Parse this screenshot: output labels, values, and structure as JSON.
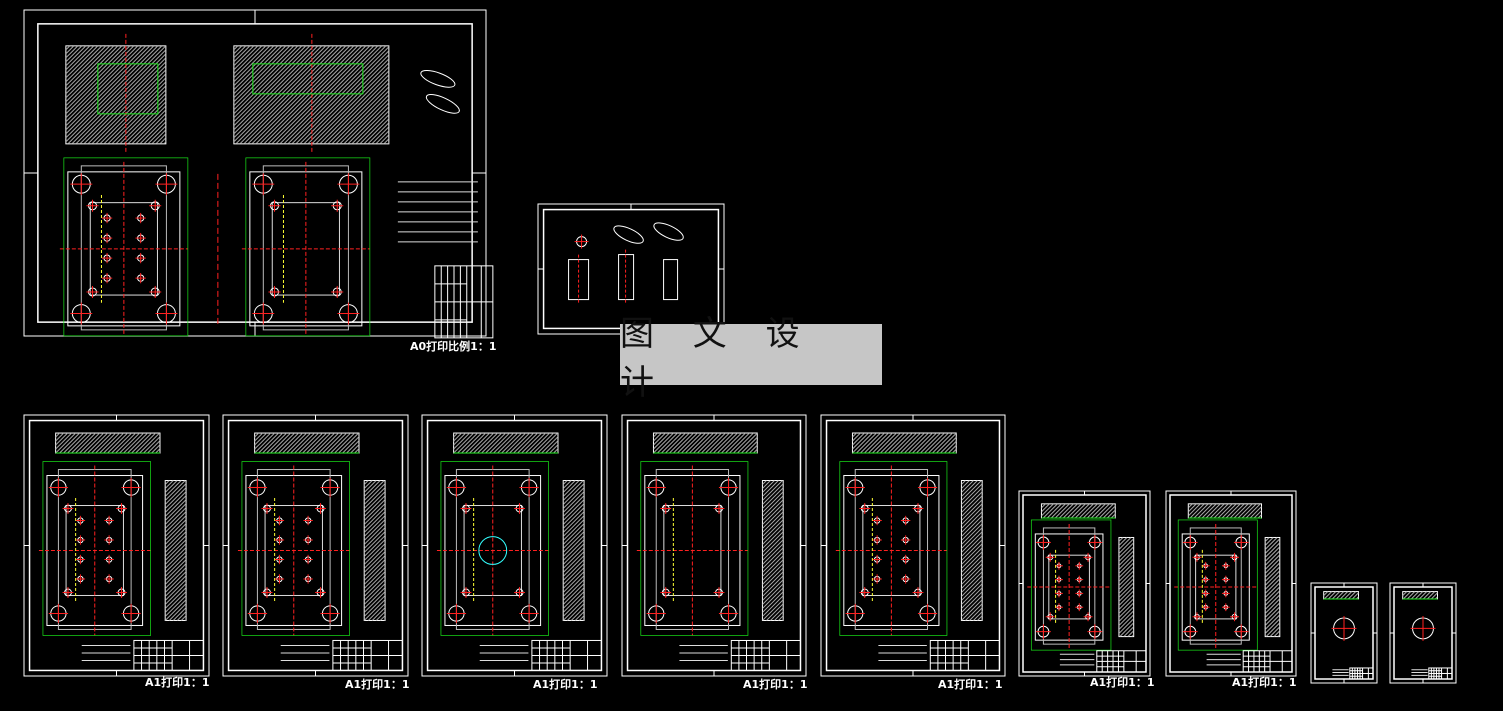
{
  "watermark": {
    "text": "图 文 设 计",
    "background": "#c6c6c6"
  },
  "colors": {
    "background": "#000000",
    "frame": "#ffffff",
    "centerline": "#ff2020",
    "dimension": "#19e619",
    "hidden": "#ffff33",
    "accent": "#33ffff"
  },
  "sheets": [
    {
      "kind": "assembly",
      "label": "A0打印比例1：1"
    },
    {
      "kind": "parts",
      "label": ""
    },
    {
      "kind": "plate-a",
      "label": "A1打印1：1"
    },
    {
      "kind": "plate-b",
      "label": "A1打印1：1"
    },
    {
      "kind": "plate-c",
      "label": "A1打印1：1"
    },
    {
      "kind": "plate-d",
      "label": "A1打印1：1"
    },
    {
      "kind": "plate-e",
      "label": "A1打印1：1"
    },
    {
      "kind": "insert-a",
      "label": "A1打印1：1"
    },
    {
      "kind": "insert-b",
      "label": "A1打印1：1"
    },
    {
      "kind": "small-a",
      "label": ""
    },
    {
      "kind": "small-b",
      "label": ""
    }
  ]
}
